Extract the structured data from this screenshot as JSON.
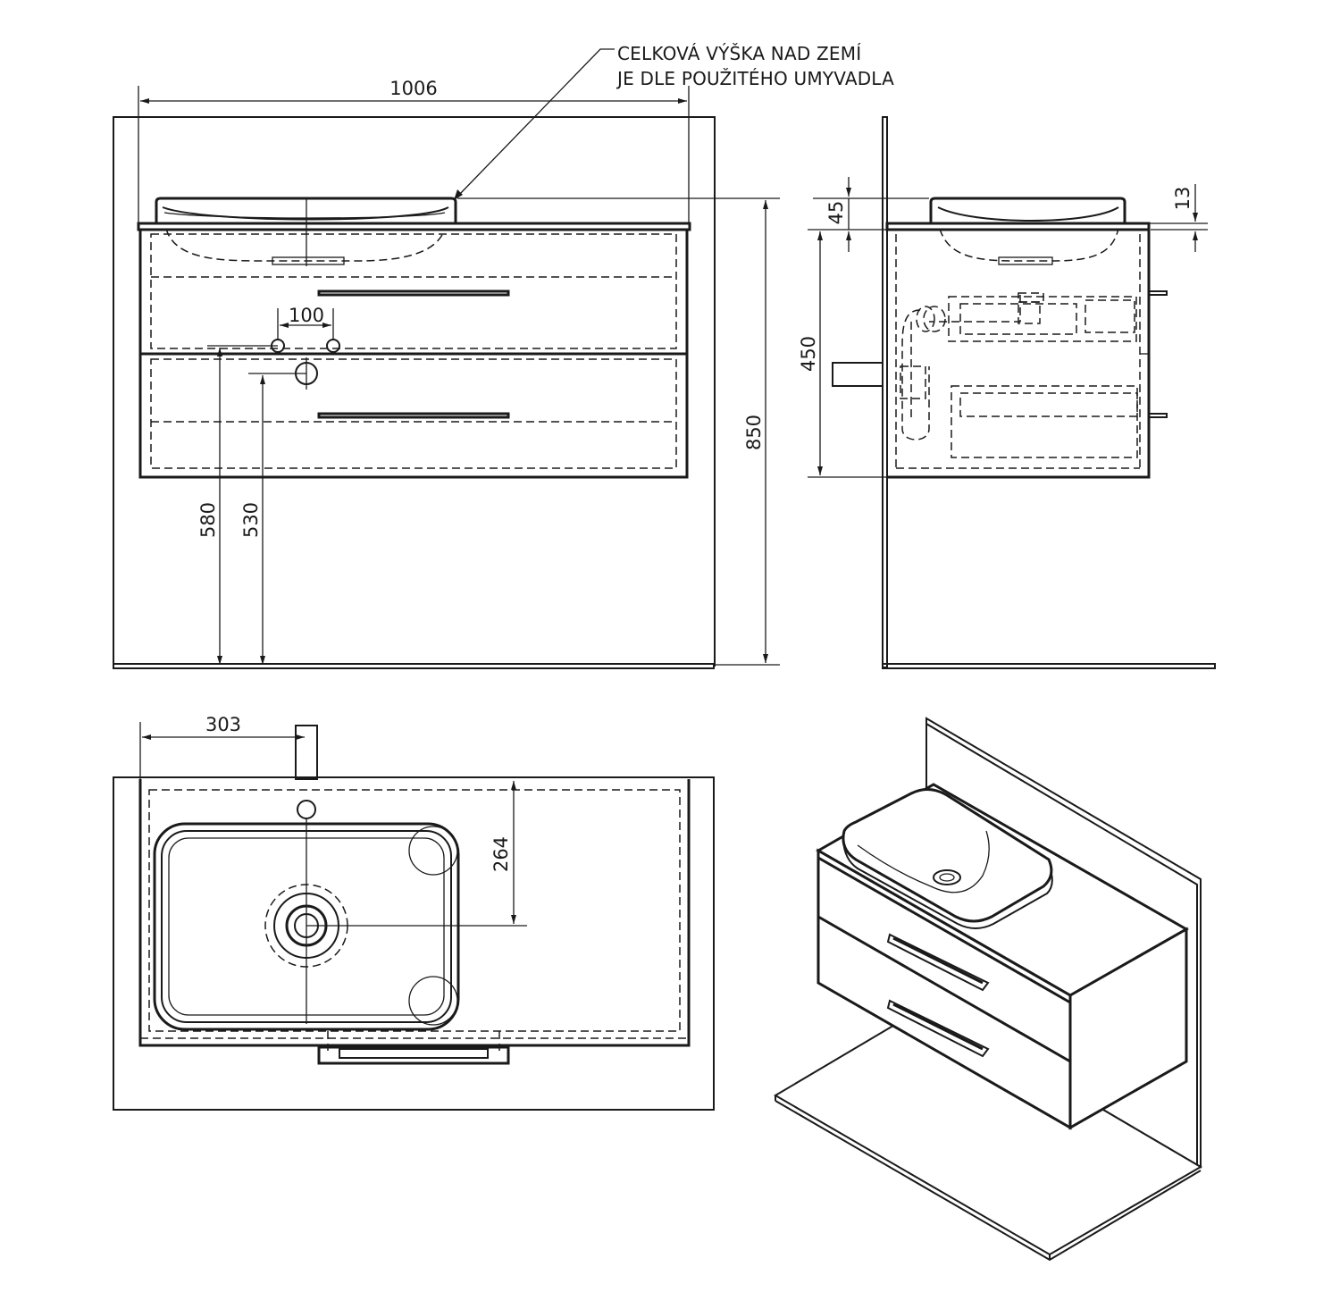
{
  "note": {
    "line1": "CELKOVÁ VÝŠKA NAD ZEMÍ",
    "line2": "JE DLE POUŽITÉHO UMYVADLA"
  },
  "front_view": {
    "width": "1006",
    "height_total": "850",
    "tap_spacing": "100",
    "tap_height": "580",
    "waste_height": "530"
  },
  "side_view": {
    "basin_height": "45",
    "basin_offset": "13",
    "cabinet_height": "450"
  },
  "top_view": {
    "tap_offset": "303",
    "drain_depth": "264"
  },
  "colors": {
    "line": "#1a1a1a",
    "background": "#ffffff"
  }
}
